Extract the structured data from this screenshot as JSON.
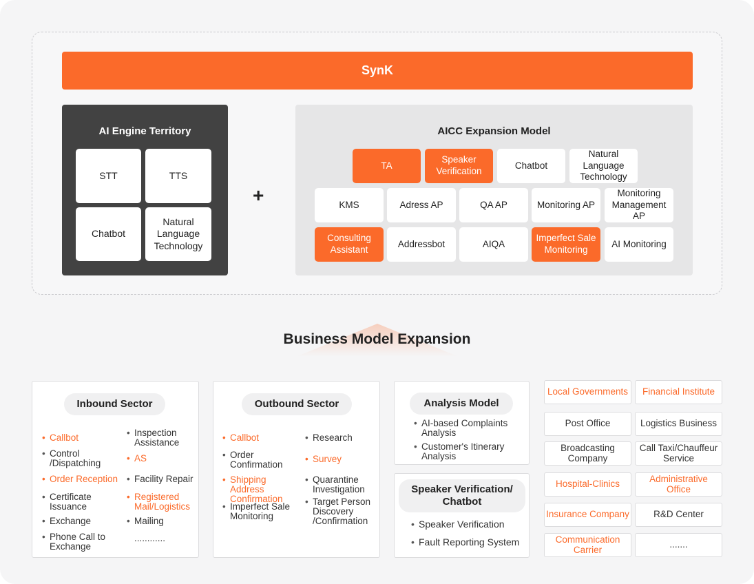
{
  "synk": "SynK",
  "engine": {
    "title": "AI Engine Territory",
    "cells": [
      "STT",
      "TTS",
      "Chatbot",
      "Natural Language Technology"
    ]
  },
  "plus": "+",
  "aicc": {
    "title": "AICC Expansion Model",
    "rows": [
      [
        {
          "label": "TA",
          "highlight": true
        },
        {
          "label": "Speaker Verification",
          "highlight": true
        },
        {
          "label": "Chatbot",
          "highlight": false
        },
        {
          "label": "Natural Language Technology",
          "highlight": false
        }
      ],
      [
        {
          "label": "KMS",
          "highlight": false
        },
        {
          "label": "Adress AP",
          "highlight": false
        },
        {
          "label": "QA AP",
          "highlight": false
        },
        {
          "label": "Monitoring AP",
          "highlight": false
        },
        {
          "label": "Monitoring Management AP",
          "highlight": false
        }
      ],
      [
        {
          "label": "Consulting Assistant",
          "highlight": true
        },
        {
          "label": "Addressbot",
          "highlight": false
        },
        {
          "label": "AIQA",
          "highlight": false
        },
        {
          "label": "Imperfect Sale Monitoring",
          "highlight": true
        },
        {
          "label": "AI Monitoring",
          "highlight": false
        }
      ]
    ]
  },
  "business_title": "Business Model Expansion",
  "inbound": {
    "title": "Inbound Sector",
    "left": [
      {
        "label": "Callbot",
        "highlight": true
      },
      {
        "label": "Control /Dispatching",
        "highlight": false
      },
      {
        "label": "Order Reception",
        "highlight": true
      },
      {
        "label": "Certificate Issuance",
        "highlight": false
      },
      {
        "label": "Exchange",
        "highlight": false
      },
      {
        "label": "Phone Call to Exchange",
        "highlight": false
      }
    ],
    "right": [
      {
        "label": "Inspection Assistance",
        "highlight": false
      },
      {
        "label": "AS",
        "highlight": true
      },
      {
        "label": "Facility Repair",
        "highlight": false
      },
      {
        "label": "Registered Mail/Logistics",
        "highlight": true
      },
      {
        "label": "Mailing",
        "highlight": false
      },
      {
        "label": "............",
        "highlight": false
      }
    ]
  },
  "outbound": {
    "title": "Outbound Sector",
    "left": [
      {
        "label": "Callbot",
        "highlight": true
      },
      {
        "label": "Order Confirmation",
        "highlight": false
      },
      {
        "label": "Shipping Address Confirmation",
        "highlight": true
      },
      {
        "label": "Imperfect Sale Monitoring",
        "highlight": false
      }
    ],
    "right": [
      {
        "label": "Research",
        "highlight": false
      },
      {
        "label": "Survey",
        "highlight": true
      },
      {
        "label": "Quarantine Investigation",
        "highlight": false
      },
      {
        "label": "Target Person Discovery /Confirmation",
        "highlight": false
      }
    ]
  },
  "analysis": {
    "title": "Analysis Model",
    "items": [
      "AI-based Complaints Analysis",
      "Customer's Itinerary Analysis"
    ]
  },
  "speaker": {
    "title": "Speaker Verification/ Chatbot",
    "items": [
      "Speaker Verification",
      "Fault Reporting System"
    ]
  },
  "sectors": [
    [
      {
        "label": "Local Governments",
        "highlight": true
      },
      {
        "label": "Financial Institute",
        "highlight": true
      }
    ],
    [
      {
        "label": "Post Office",
        "highlight": false
      },
      {
        "label": "Logistics Business",
        "highlight": false
      }
    ],
    [
      {
        "label": "Broadcasting Company",
        "highlight": false
      },
      {
        "label": "Call Taxi/Chauffeur Service",
        "highlight": false
      }
    ],
    [
      {
        "label": "Hospital-Clinics",
        "highlight": true
      },
      {
        "label": "Administrative Office",
        "highlight": true
      }
    ],
    [
      {
        "label": "Insurance Company",
        "highlight": true
      },
      {
        "label": "R&D Center",
        "highlight": false
      }
    ],
    [
      {
        "label": "Communication Carrier",
        "highlight": true
      },
      {
        "label": ".......",
        "highlight": false
      }
    ]
  ],
  "colors": {
    "accent": "#fb6a2a",
    "dark": "#424242",
    "panel": "#e6e6e7"
  }
}
